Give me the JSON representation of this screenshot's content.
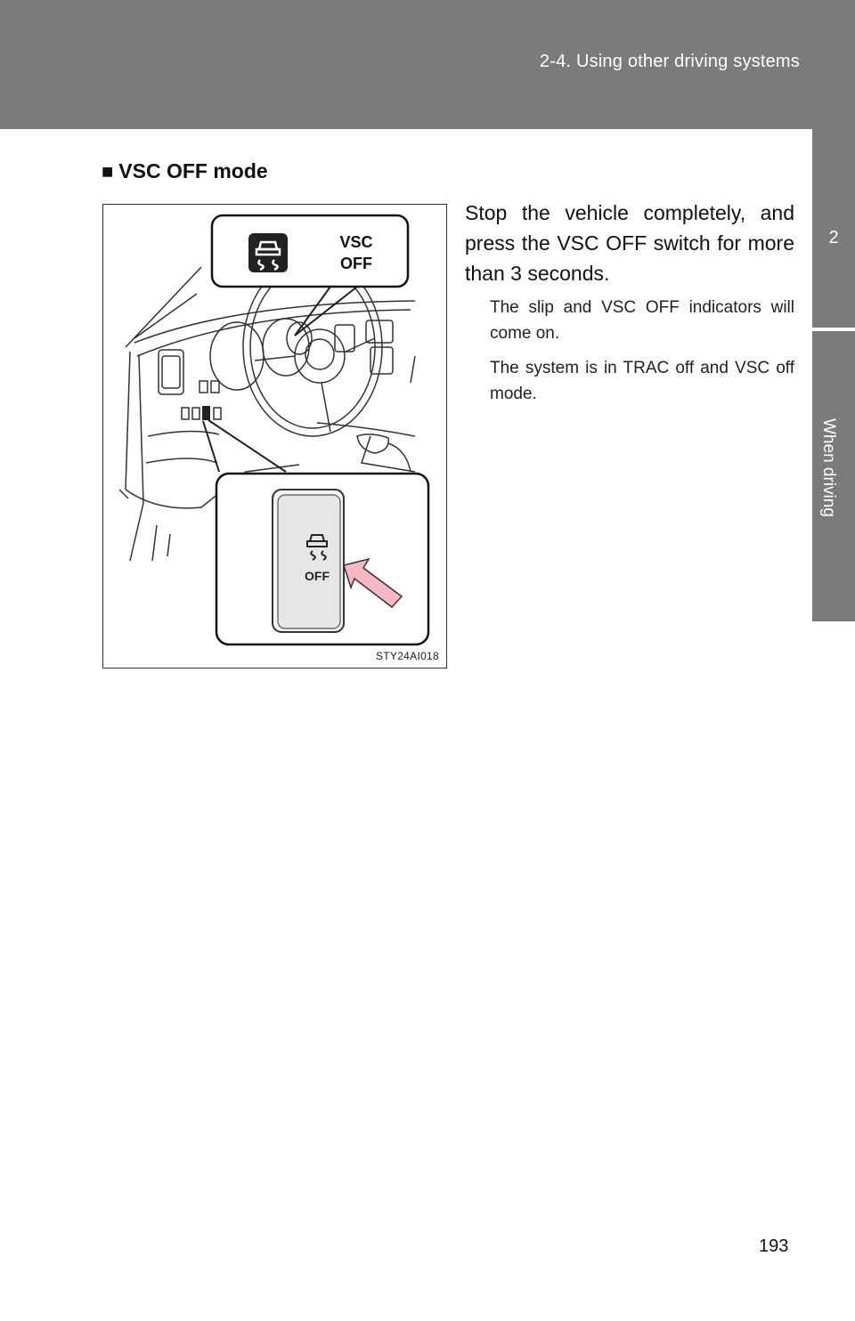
{
  "header": {
    "title": "2-4. Using other driving systems"
  },
  "side_tab": {
    "number": "2",
    "label": "When driving"
  },
  "section": {
    "marker": "■",
    "heading": "VSC OFF mode"
  },
  "figure": {
    "callout_top_label_line1": "VSC",
    "callout_top_label_line2": "OFF",
    "switch_label": "OFF",
    "figure_code": "STY24AI018",
    "icons": [
      "vsc-slip-indicator-icon",
      "vsc-off-switch-icon",
      "press-arrow-icon"
    ],
    "colors": {
      "arrow_fill": "#f7b8c4",
      "indicator_dark": "#222222",
      "switch_face": "#e6e6e6"
    }
  },
  "instructions": {
    "main": "Stop the vehicle completely, and press the VSC OFF switch for more than 3 seconds.",
    "note1": "The slip and VSC OFF indicators will come on.",
    "note2": "The system is in TRAC off and VSC off mode."
  },
  "footer": {
    "page_number": "193"
  }
}
